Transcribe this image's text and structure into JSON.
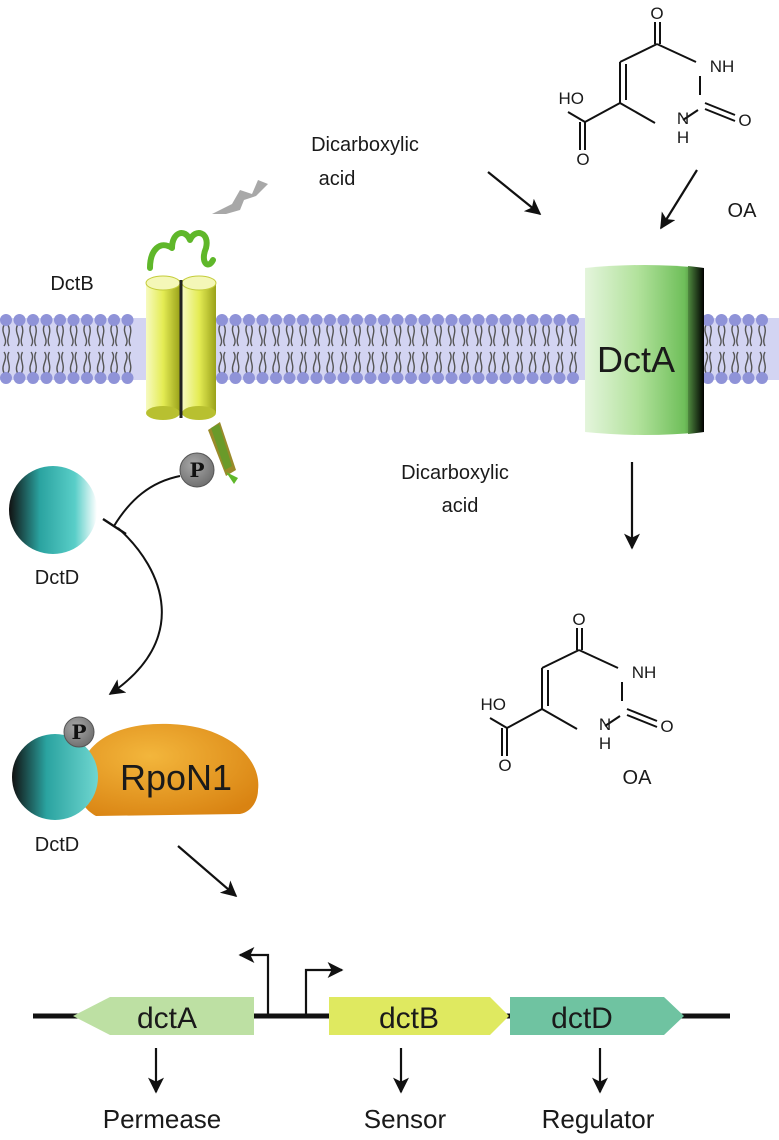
{
  "labels": {
    "dicarboxylic_top_line1": "Dicarboxylic",
    "dicarboxylic_top_line2": "acid",
    "dicarboxylic_mid_line1": "Dicarboxylic",
    "dicarboxylic_mid_line2": "acid",
    "oa_top": "OA",
    "oa_bottom": "OA",
    "dctb": "DctB",
    "dcta_protein": "DctA",
    "dctd_free": "DctD",
    "dctd_complex": "DctD",
    "rpon1": "RpoN1",
    "phospho_1": "P",
    "phospho_2": "P"
  },
  "molecule": {
    "o_top": "O",
    "nh_upper": "NH",
    "o_right": "O",
    "nh_lower": "N",
    "h_lower": "H",
    "ho": "HO",
    "o_bottom": "O"
  },
  "genes": [
    {
      "name": "dctA",
      "color": "#b9dc9c",
      "direction": "left"
    },
    {
      "name": "dctB",
      "color": "#dde85a",
      "direction": "right"
    },
    {
      "name": "dctD",
      "color": "#6bbf9c",
      "direction": "right"
    }
  ],
  "outputs": [
    "Permease",
    "Sensor",
    "Regulator"
  ],
  "colors": {
    "membrane_band": "#cfd0f0",
    "lipid_head": "#8f93d8",
    "dctb_yellow": "#e4ec54",
    "dcta_green": "#8fd07a",
    "dctd_teal": "#4ec5c0",
    "rpon1_orange": "#e89a1c",
    "phospho_grey": "#8a8a8a",
    "ligand_grey": "#a8a8a8"
  }
}
